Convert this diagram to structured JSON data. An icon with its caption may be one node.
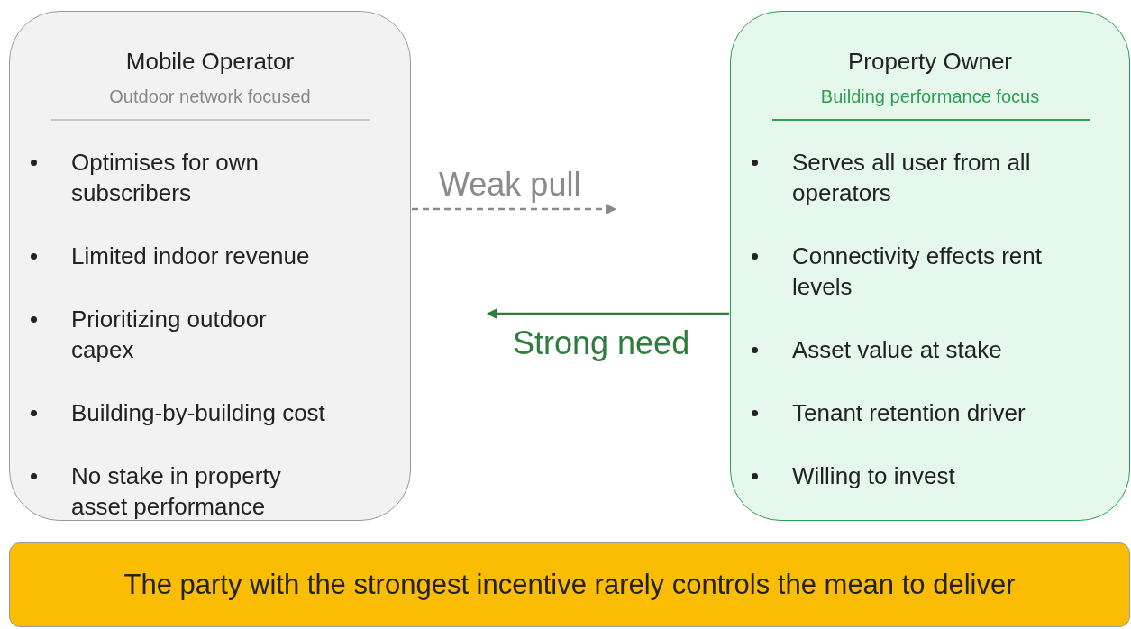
{
  "diagram": {
    "nodes": [
      {
        "text": [
          "Mobile Operator",
          "Outdoor network focused",
          "Optimises for own subscribers",
          "Limited indoor revenue",
          "Prioritizing outdoor capex",
          "Building-by-building cost",
          "No stake in property asset performance"
        ]
      },
      {
        "text": [
          "Property Owner",
          "Building performance focus",
          "Serves all user from all operators",
          "Connectivity effects rent levels",
          "Asset value at stake",
          "Tenant retention driver",
          "Willing to invest"
        ]
      },
      {
        "text": [
          "The party with the strongest incentive rarely controls the mean to deliver"
        ]
      }
    ],
    "edges": [
      {
        "from": 0,
        "to": null,
        "arrow": "to",
        "label": "Weak pull",
        "style": "dashed",
        "color": "#8a8a8a"
      },
      {
        "from": 1,
        "to": null,
        "arrow": "to",
        "label": "Strong need",
        "color": "#2e7d3e"
      }
    ]
  }
}
